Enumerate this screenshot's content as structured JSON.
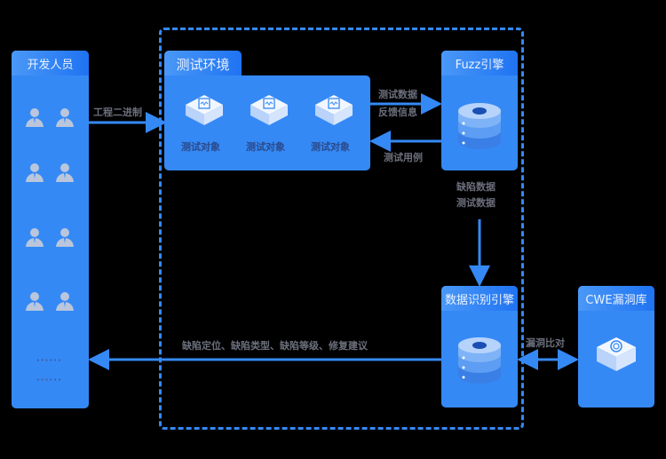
{
  "developers": {
    "title": "开发人员",
    "more_1": "······",
    "more_2": "······"
  },
  "test_env": {
    "title": "测试环境",
    "objects": [
      {
        "label": "测试对象",
        "icon": "monitor-cube-icon"
      },
      {
        "label": "测试对象",
        "icon": "monitor-cube-icon"
      },
      {
        "label": "测试对象",
        "icon": "monitor-cube-icon"
      }
    ]
  },
  "fuzz_engine": {
    "title": "Fuzz引擎",
    "icon": "database-icon"
  },
  "data_engine": {
    "title": "数据识别引擎",
    "icon": "database-icon"
  },
  "cwe_db": {
    "title": "CWE漏洞库",
    "icon": "radar-cube-icon"
  },
  "edges": {
    "dev_to_env": "工程二进制",
    "env_to_fuzz_1": "测试数据",
    "env_to_fuzz_2": "反馈信息",
    "fuzz_to_env": "测试用例",
    "fuzz_to_data_1": "缺陷数据",
    "fuzz_to_data_2": "测试数据",
    "data_cwe": "漏洞比对",
    "data_to_dev": "缺陷定位、缺陷类型、缺陷等级、修复建议"
  },
  "colors": {
    "primary": "#3589f5",
    "background": "#000000",
    "label": "#6b6f7c"
  }
}
